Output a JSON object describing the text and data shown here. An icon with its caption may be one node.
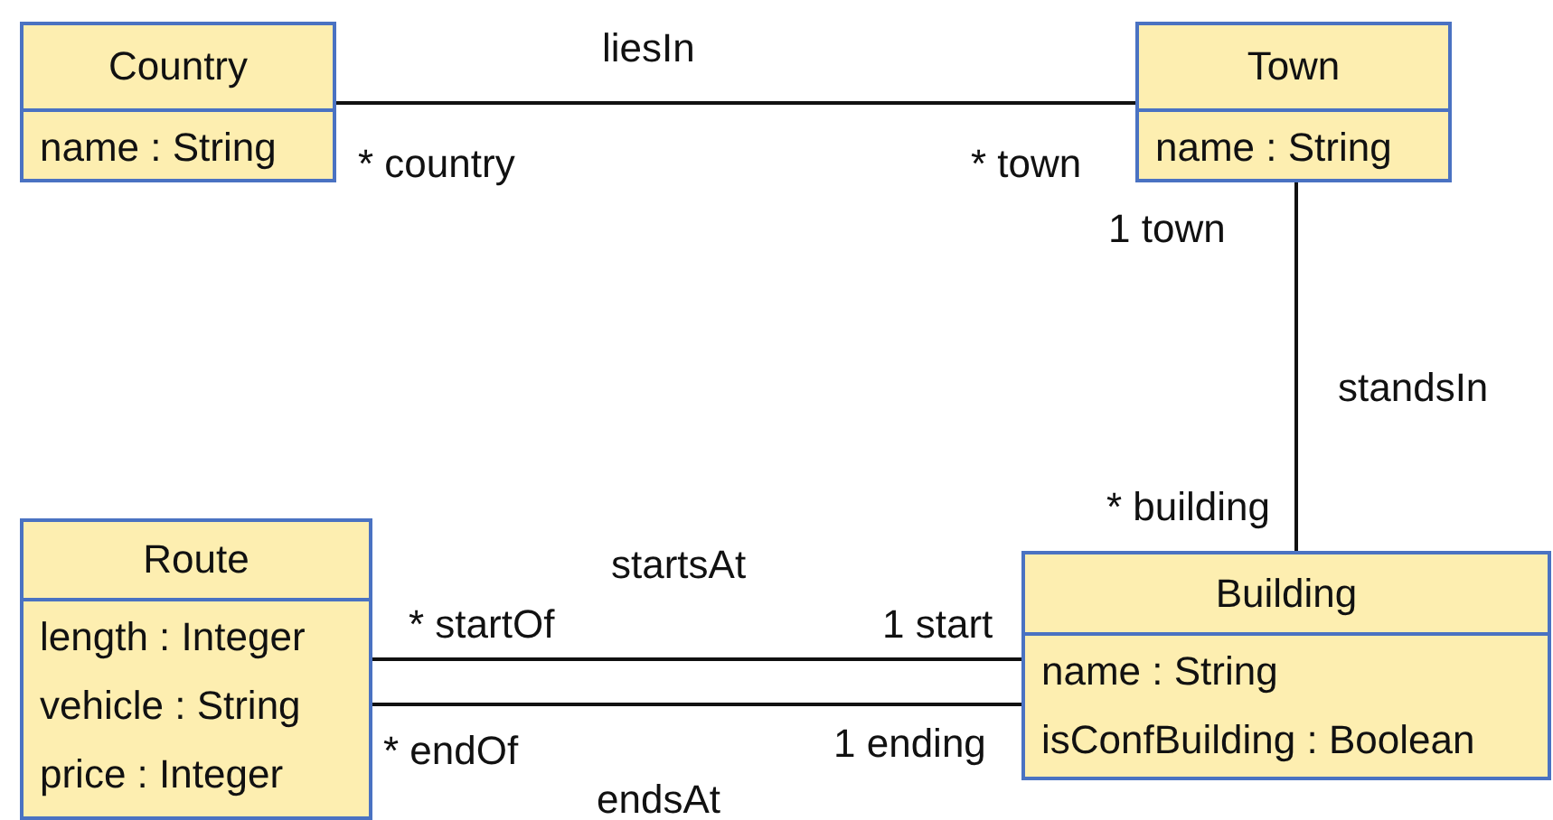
{
  "diagram": {
    "nodes": [
      {
        "text": [
          "Country",
          "name : String"
        ]
      },
      {
        "text": [
          "Town",
          "name : String"
        ]
      },
      {
        "text": [
          "Route",
          "length : Integer",
          "vehicle : String",
          "price : Integer"
        ]
      },
      {
        "text": [
          "Building",
          "name : String",
          "isConfBuilding : Boolean"
        ]
      }
    ],
    "edges": [
      {
        "from": 0,
        "to": 1,
        "arrow": "none",
        "label": "liesIn"
      },
      {
        "from": 1,
        "to": 3,
        "arrow": "none",
        "label": "standsIn"
      },
      {
        "from": 2,
        "to": 3,
        "arrow": "none",
        "label": "startsAt"
      },
      {
        "from": 2,
        "to": 3,
        "arrow": "none",
        "label": "endsAt"
      }
    ],
    "labels": [
      "* country",
      "* town",
      "1 town",
      "* building",
      "* startOf",
      "1 start",
      "* endOf",
      "1 ending"
    ]
  }
}
